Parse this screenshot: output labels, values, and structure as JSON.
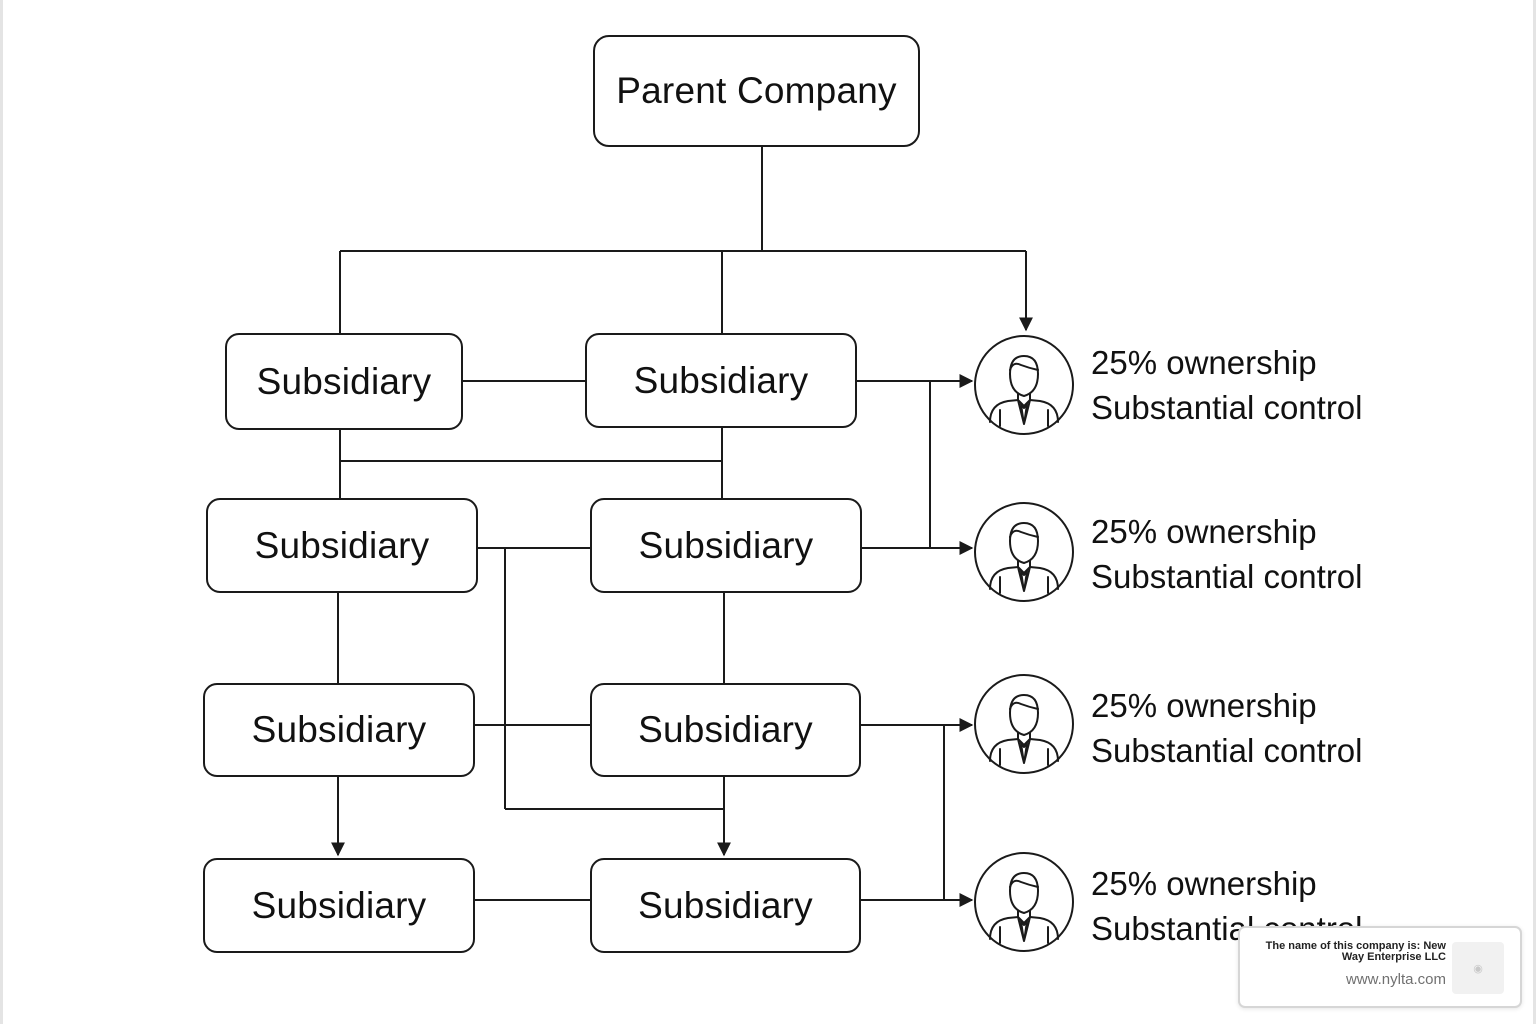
{
  "diagram": {
    "parent": {
      "label": "Parent Company"
    },
    "subsidiaries": [
      {
        "label": "Subsidiary"
      },
      {
        "label": "Subsidiary"
      },
      {
        "label": "Subsidiary"
      },
      {
        "label": "Subsidiary"
      },
      {
        "label": "Subsidiary"
      },
      {
        "label": "Subsidiary"
      },
      {
        "label": "Subsidiary"
      },
      {
        "label": "Subsidiary"
      }
    ],
    "owners": [
      {
        "icon": "person-icon",
        "ownership": "25% ownership",
        "control": "Substantial control"
      },
      {
        "icon": "person-icon",
        "ownership": "25% ownership",
        "control": "Substantial control"
      },
      {
        "icon": "person-icon",
        "ownership": "25% ownership",
        "control": "Substantial control"
      },
      {
        "icon": "person-icon",
        "ownership": "25% ownership",
        "control": "Substantial control"
      }
    ]
  },
  "badge": {
    "text": "The name of this company is: New Way Enterprise LLC",
    "url": "www.nylta.com",
    "icon": "logo-icon"
  },
  "colors": {
    "line": "#1a1a1a",
    "background": "#ffffff"
  }
}
